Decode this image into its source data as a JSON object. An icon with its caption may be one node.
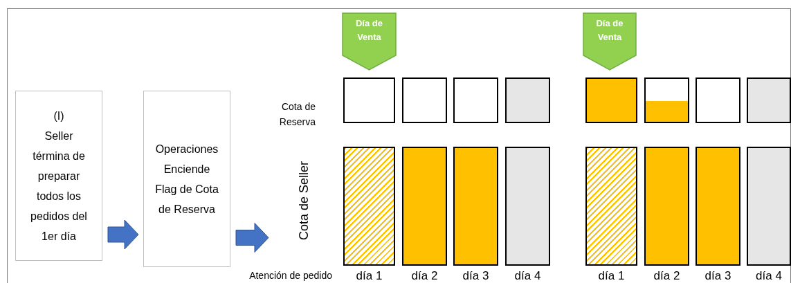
{
  "diagram": {
    "nodes": [
      {
        "text": [
          "(I)",
          "Seller términa de preparar todos los pedidos del 1er día"
        ]
      },
      {
        "text": [
          "Operaciones Enciende Flag de Cota de Reserva"
        ]
      },
      {
        "text": [
          "Día de Venta"
        ]
      },
      {
        "text": [
          "Día de Venta"
        ]
      },
      {
        "text": [],
        "shape": "box"
      },
      {
        "text": [],
        "shape": "box"
      },
      {
        "text": [],
        "shape": "box"
      },
      {
        "text": [],
        "shape": "box"
      },
      {
        "text": [],
        "shape": "box"
      },
      {
        "text": [],
        "shape": "box"
      },
      {
        "text": [],
        "shape": "box"
      },
      {
        "text": [],
        "shape": "box"
      },
      {
        "text": [],
        "shape": "box"
      },
      {
        "text": [],
        "shape": "box"
      },
      {
        "text": [],
        "shape": "box"
      },
      {
        "text": [],
        "shape": "box"
      },
      {
        "text": [],
        "shape": "box"
      },
      {
        "text": [],
        "shape": "box"
      },
      {
        "text": [],
        "shape": "box"
      },
      {
        "text": [],
        "shape": "box"
      }
    ],
    "edges": [
      {
        "from": 0,
        "to": 1,
        "arrow": "to"
      },
      {
        "from": 1,
        "to": null,
        "arrow": "to"
      }
    ],
    "labels": [
      "Cota de Reserva",
      "Cota de Seller",
      "Atención de pedido",
      "día 1",
      "día 2",
      "día 3",
      "día 4",
      "día 1",
      "día 2",
      "día 3",
      "día 4"
    ]
  }
}
